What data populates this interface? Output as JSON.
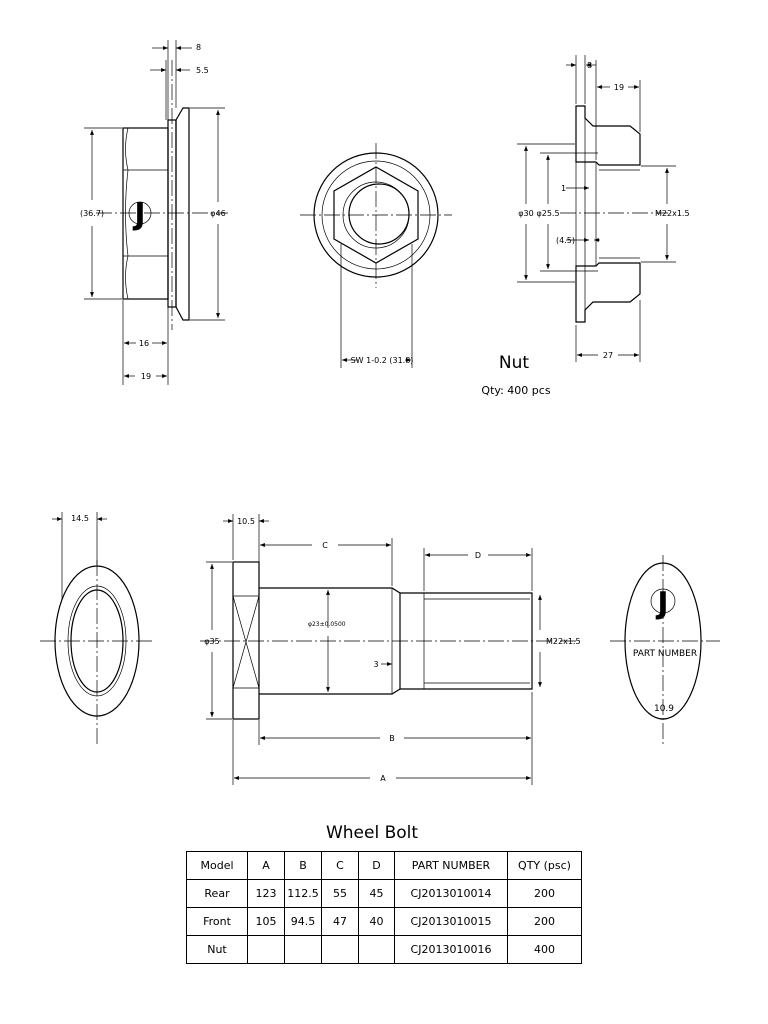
{
  "nut": {
    "title": "Nut",
    "qty": "Qty: 400 pcs",
    "dims": {
      "flange_thk": "8",
      "hex_offset": "5.5",
      "across_corners": "(36.7)",
      "flange_dia": "φ46",
      "hex_len": "16",
      "total_len": "19",
      "wrench_size": "SW 1-0.2 (31.8)",
      "sec_flange": "8",
      "sec_len": "19",
      "bore_dia": "φ30",
      "bore_inner": "φ25.5",
      "chamfer": "1",
      "relief": "(4.5)",
      "thread": "M22x1.5",
      "sec_total": "27"
    }
  },
  "bolt": {
    "title": "Wheel Bolt",
    "dims": {
      "head_width": "14.5",
      "head_thk": "10.5",
      "C": "C",
      "D": "D",
      "B": "B",
      "A": "A",
      "head_dia": "φ35",
      "shank_dia": "φ23±0.0500",
      "thread": "M22x1.5",
      "step": "3"
    },
    "end_mark": {
      "part_number": "PART NUMBER",
      "grade": "10.9"
    }
  },
  "table": {
    "headers": [
      "Model",
      "A",
      "B",
      "C",
      "D",
      "PART NUMBER",
      "QTY (psc)"
    ],
    "rows": [
      [
        "Rear",
        "123",
        "112.5",
        "55",
        "45",
        "CJ2013010014",
        "200"
      ],
      [
        "Front",
        "105",
        "94.5",
        "47",
        "40",
        "CJ2013010015",
        "200"
      ],
      [
        "Nut",
        "",
        "",
        "",
        "",
        "CJ2013010016",
        "400"
      ]
    ]
  }
}
